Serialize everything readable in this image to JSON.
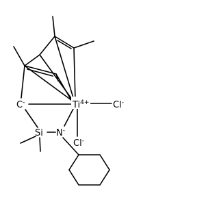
{
  "molecule": {
    "atoms": {
      "c_minus": "C",
      "c_minus_charge": "-",
      "ti": "Ti",
      "ti_charge": "4+",
      "cl1": "Cl",
      "cl1_charge": "-",
      "cl2": "Cl",
      "cl2_charge": "-",
      "si": "Si",
      "n": "N",
      "n_charge": "-"
    }
  }
}
